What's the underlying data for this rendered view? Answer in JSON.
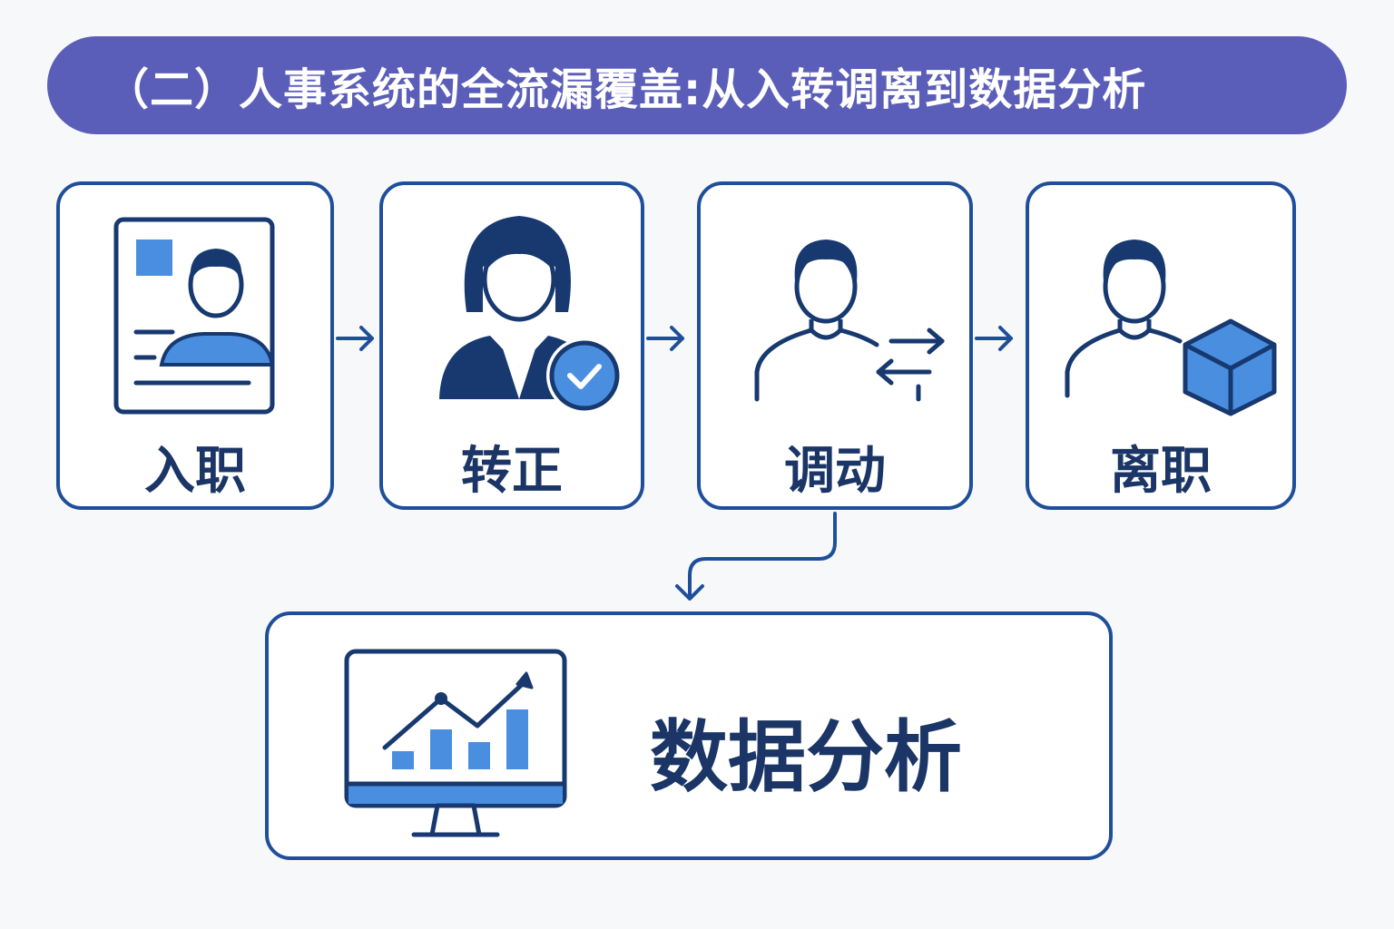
{
  "title": "（二）人事系统的全流漏覆盖:从入转调离到数据分析",
  "steps": [
    {
      "label": "入职",
      "icon": "id-card-person-icon"
    },
    {
      "label": "转正",
      "icon": "woman-check-icon"
    },
    {
      "label": "调动",
      "icon": "person-transfer-icon"
    },
    {
      "label": "离职",
      "icon": "person-box-icon"
    }
  ],
  "analysis": {
    "label": "数据分析",
    "icon": "monitor-chart-icon"
  },
  "colors": {
    "title_bg": "#5b5eb8",
    "border": "#1f4f9a",
    "dark": "#17396f",
    "accent": "#4a8ee0",
    "label": "#1a3566"
  }
}
